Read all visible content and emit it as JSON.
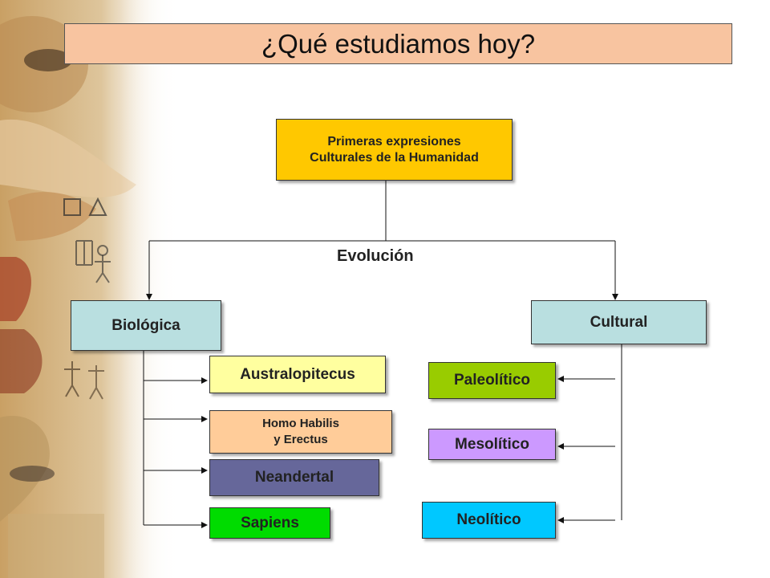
{
  "slide": {
    "title": "¿Qué estudiamos hoy?",
    "root": "Primeras expresiones\nCulturales de la Humanidad",
    "connector_label": "Evolución",
    "left_branch": "Biológica",
    "right_branch": "Cultural",
    "biological": [
      "Australopitecus",
      "Homo Habilis\ny Erectus",
      "Neandertal",
      "Sapiens"
    ],
    "cultural": [
      "Paleolítico",
      "Mesolítico",
      "Neolítico"
    ]
  },
  "colors": {
    "title_bg": "#f8c4a0",
    "root_bg": "#ffc800",
    "branch_bg": "#b9dfe0",
    "australopitecus_bg": "#ffff9f",
    "homo_bg": "#ffcc99",
    "neandertal_bg": "#66679a",
    "sapiens_bg": "#00dc00",
    "paleolitico_bg": "#99cc00",
    "mesolitico_bg": "#cc99ff",
    "neolitico_bg": "#00c8ff"
  }
}
